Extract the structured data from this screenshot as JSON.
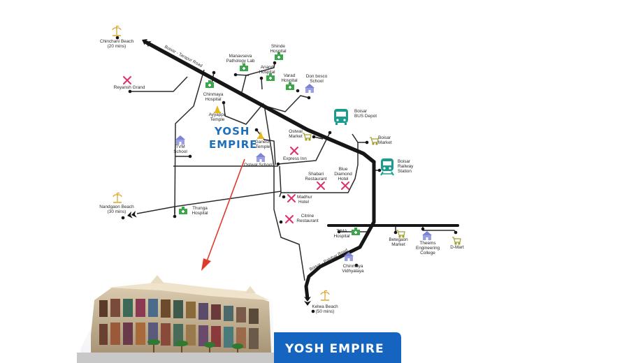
{
  "brand": {
    "line1": "YOSH",
    "line2": "EMPIRE",
    "banner": "YOSH EMPIRE"
  },
  "roads": {
    "tarapur": "Boisar - Tarapur Road",
    "palghar": "Boisar - Palghar Road"
  },
  "places": {
    "chinchani_1": "Chinchani Beach",
    "chinchani_2": "(20 mins)",
    "reyansh": "Reyansh Grand",
    "manavseva_1": "Manavseva",
    "manavseva_2": "Pathology Lab",
    "shinde_1": "Shinde",
    "shinde_2": "Hospital",
    "anand_1": "Anand",
    "anand_2": "Hospital",
    "varad_1": "Varad",
    "varad_2": "Hospital",
    "donbosco_1": "Don bosco",
    "donbosco_2": "School",
    "chinmaya_1": "Chinmaya",
    "chinmaya_2": "Hospital",
    "ayyappa_1": "Ayyappa",
    "ayyappa_2": "Temple",
    "busdepot_1": "Boisar",
    "busdepot_2": "BUS Depot",
    "ostwalmkt_1": "Ostwal",
    "ostwalmkt_2": "Market",
    "boisarmkt_1": "Boisar",
    "boisarmkt_2": "Market",
    "tvm_1": "TVM",
    "tvm_2": "School",
    "ganesh_1": "Ganesh",
    "ganesh_2": "Temple",
    "expressinn": "Express Inn",
    "railway_1": "Boisar",
    "railway_2": "Railway",
    "railway_3": "Station",
    "ostwalschool": "Ostwal School",
    "shabari_1": "Shabari",
    "shabari_2": "Restaurant",
    "bluediamond_1": "Blue",
    "bluediamond_2": "Diamond",
    "bluediamond_3": "Hotel",
    "madhur_1": "Madhur",
    "madhur_2": "Hotel",
    "nandgaon_1": "Nandgaon Beach",
    "nandgaon_2": "(30 mins)",
    "thunga_1": "Thunga",
    "thunga_2": "Hospital",
    "citrine_1": "Citrine",
    "citrine_2": "Restaurant",
    "tima_1": "TIMA",
    "tima_2": "Hospital",
    "betegaon_1": "Betegaon",
    "betegaon_2": "Market",
    "theems_1": "Theems",
    "theems_2": "Engineering",
    "theems_3": "College",
    "dmart": "D-Mart",
    "chinvid_1": "Chinmaya",
    "chinvid_2": "Vidhyalaya",
    "kelwa_1": "Kelwa Beach",
    "kelwa_2": "(50 mins)"
  },
  "colors": {
    "main_road": "#161616",
    "minor_road": "#2b2b2b",
    "hospital": "#3aa84a",
    "school": "#7c84d6",
    "temple": "#e6b820",
    "restaurant": "#e0306a",
    "beach": "#d9a020",
    "market": "#a0a030",
    "transit": "#1a9c8e",
    "brand": "#1f6fb8",
    "arrow": "#e03a2a",
    "banner": "#1565c0"
  }
}
